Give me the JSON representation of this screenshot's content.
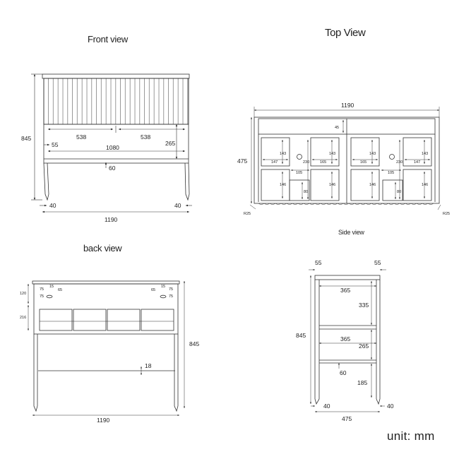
{
  "titles": {
    "front": "Front view",
    "top": "Top View",
    "back": "back view",
    "side": "Side view"
  },
  "unit_note": "unit: mm",
  "front_view": {
    "height": "845",
    "drawer_width_left": "538",
    "drawer_width_right": "538",
    "side_offset": "55",
    "inner_width": "1080",
    "shelf_height": "265",
    "rail": "60",
    "leg_left": "40",
    "leg_right": "40",
    "overall_width": "1190"
  },
  "top_view": {
    "overall_width": "1190",
    "depth": "475",
    "back_gap": "45",
    "radius_left": "R25",
    "radius_right": "R25",
    "left_cabinet": {
      "box_a_h": "143",
      "box_a_w": "147",
      "box_b_h": "143",
      "box_b_w": "165",
      "center_h": "230",
      "center_w": "105",
      "box_c_h": "146",
      "box_d_h": "146",
      "notch": "80"
    },
    "right_cabinet": {
      "box_a_h": "143",
      "box_a_w": "165",
      "box_b_h": "143",
      "box_b_w": "147",
      "center_h": "230",
      "center_w": "105",
      "box_c_h": "146",
      "box_d_h": "146",
      "notch": "80"
    }
  },
  "back_view": {
    "top_band": "120",
    "drawer_band": "216",
    "left_hole_a": "75",
    "left_hole_b": "15",
    "left_hole_c": "65",
    "left_hole_d": "75",
    "right_hole_a": "65",
    "right_hole_b": "15",
    "right_hole_c": "75",
    "right_hole_d": "75",
    "height": "845",
    "rail": "18",
    "overall_width": "1190"
  },
  "side_view": {
    "leg_top_left": "55",
    "leg_top_right": "55",
    "top_shelf_depth": "365",
    "upper_gap": "335",
    "mid_shelf_depth": "365",
    "mid_gap": "265",
    "rail": "60",
    "foot_height": "185",
    "height": "845",
    "leg_left": "40",
    "leg_right": "40",
    "overall_depth": "475"
  }
}
